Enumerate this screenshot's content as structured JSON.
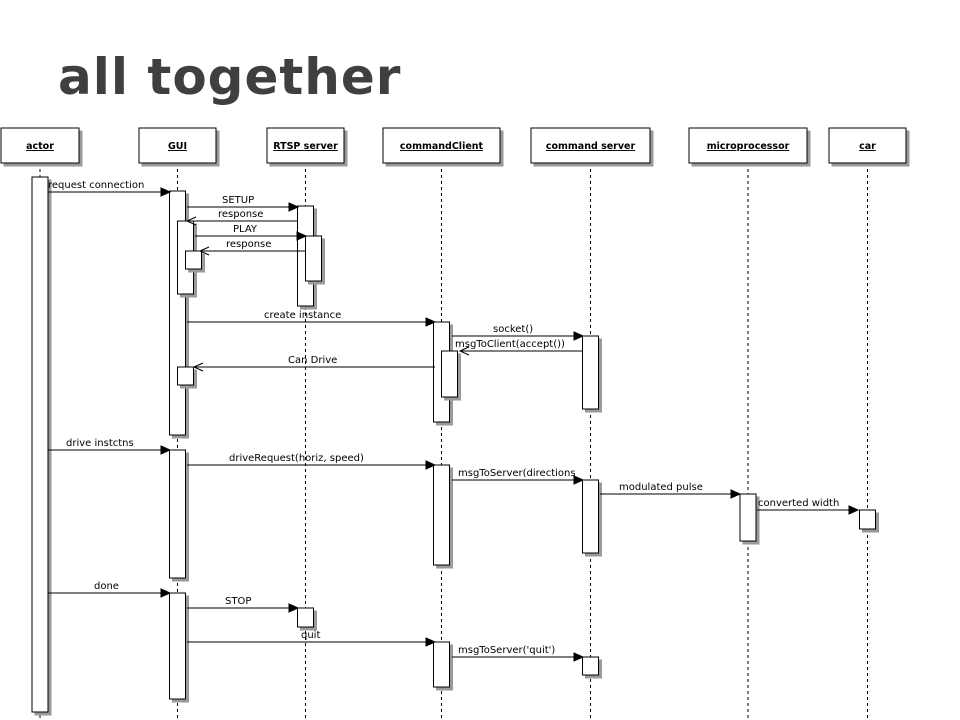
{
  "title": "all together",
  "lifelines": [
    {
      "id": "actor",
      "label": "actor"
    },
    {
      "id": "gui",
      "label": "GUI"
    },
    {
      "id": "rtsp",
      "label": "RTSP server"
    },
    {
      "id": "cmdclient",
      "label": "commandClient"
    },
    {
      "id": "cmdserver",
      "label": "command server"
    },
    {
      "id": "micro",
      "label": "microprocessor"
    },
    {
      "id": "car",
      "label": "car"
    }
  ],
  "messages": [
    {
      "from": "actor",
      "to": "gui",
      "label": "request connection",
      "kind": "sync"
    },
    {
      "from": "gui",
      "to": "rtsp",
      "label": "SETUP",
      "kind": "sync"
    },
    {
      "from": "rtsp",
      "to": "gui",
      "label": "response",
      "kind": "return"
    },
    {
      "from": "gui",
      "to": "rtsp",
      "label": "PLAY",
      "kind": "sync"
    },
    {
      "from": "rtsp",
      "to": "gui",
      "label": "response",
      "kind": "return"
    },
    {
      "from": "gui",
      "to": "cmdclient",
      "label": "create instance",
      "kind": "sync"
    },
    {
      "from": "cmdclient",
      "to": "cmdserver",
      "label": "socket()",
      "kind": "sync"
    },
    {
      "from": "cmdserver",
      "to": "cmdclient",
      "label": "msgToClient(accept())",
      "kind": "return"
    },
    {
      "from": "cmdclient",
      "to": "gui",
      "label": "Can Drive",
      "kind": "return"
    },
    {
      "from": "actor",
      "to": "gui",
      "label": "drive instctns",
      "kind": "sync"
    },
    {
      "from": "gui",
      "to": "cmdclient",
      "label": "driveRequest(horiz, speed)",
      "kind": "sync"
    },
    {
      "from": "cmdclient",
      "to": "cmdserver",
      "label": "msgToServer(directions",
      "kind": "sync"
    },
    {
      "from": "cmdserver",
      "to": "micro",
      "label": "modulated pulse",
      "kind": "sync"
    },
    {
      "from": "micro",
      "to": "car",
      "label": "converted width",
      "kind": "sync"
    },
    {
      "from": "actor",
      "to": "gui",
      "label": "done",
      "kind": "sync"
    },
    {
      "from": "gui",
      "to": "rtsp",
      "label": "STOP",
      "kind": "sync"
    },
    {
      "from": "gui",
      "to": "cmdclient",
      "label": "quit",
      "kind": "sync"
    },
    {
      "from": "cmdclient",
      "to": "cmdserver",
      "label": "msgToServer('quit')",
      "kind": "sync"
    }
  ]
}
